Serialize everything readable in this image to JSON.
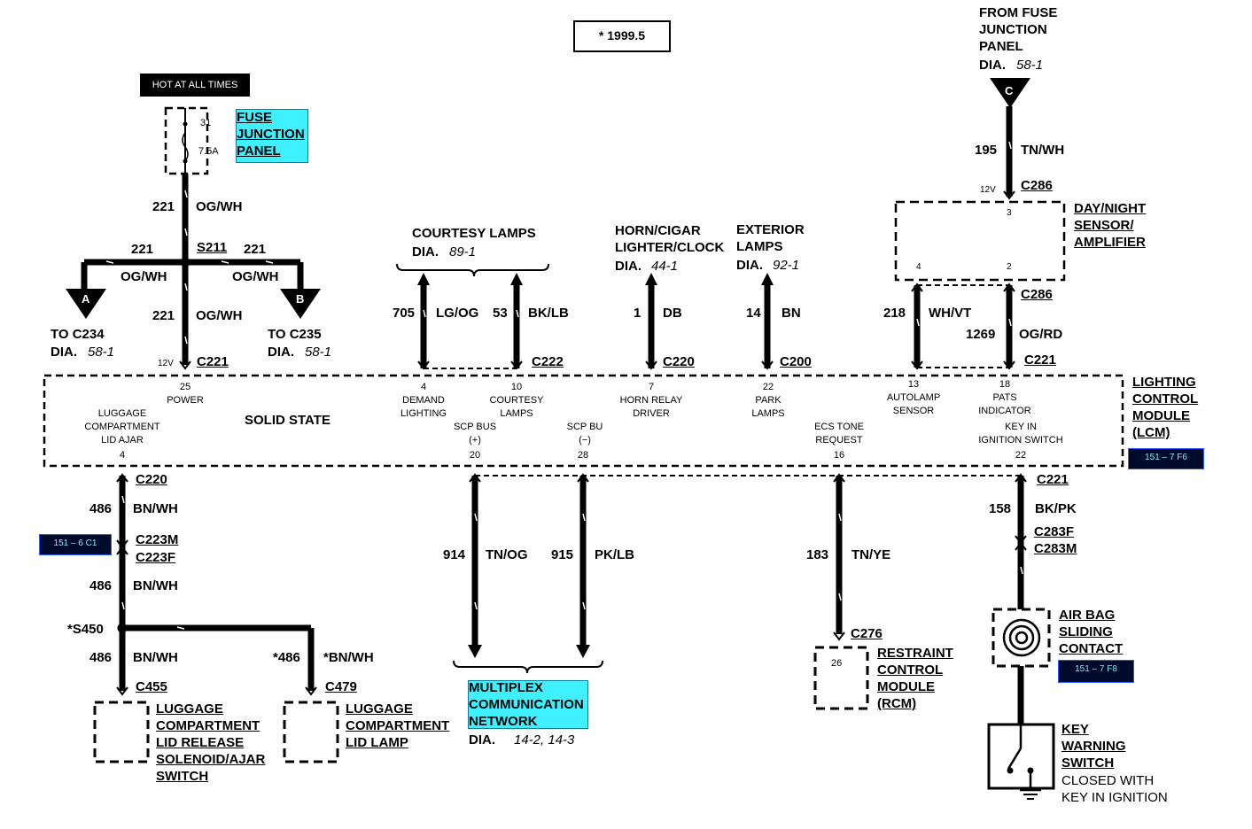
{
  "revision": "* 1999.5",
  "hot_label": "HOT AT ALL TIMES",
  "fuse": {
    "title": "FUSE\nJUNCTION\nPANEL",
    "number": "31",
    "rating": "7.5A"
  },
  "from_fuse": {
    "text": "FROM FUSE\nJUNCTION\nPANEL",
    "dia_label": "DIA.",
    "dia_ref": "58-1",
    "connector": "C"
  },
  "lcm": {
    "name": "LIGHTING\nCONTROL\nMODULE\n(LCM)",
    "type": "SOLID STATE",
    "ref": "151 – 7 F6",
    "pins_top": [
      {
        "pin": "25",
        "label": "POWER"
      },
      {
        "pin": "4",
        "label": "DEMAND\nLIGHTING"
      },
      {
        "pin": "10",
        "label": "COURTESY\nLAMPS"
      },
      {
        "pin": "7",
        "label": "HORN RELAY\nDRIVER"
      },
      {
        "pin": "22",
        "label": "PARK\nLAMPS"
      },
      {
        "pin": "13",
        "label": "AUTOLAMP\nSENSOR"
      },
      {
        "pin": "18",
        "label": "PATS\nINDICATOR"
      }
    ],
    "pins_bottom": [
      {
        "pin": "4",
        "label": "LUGGAGE\nCOMPARTMENT\nLID AJAR"
      },
      {
        "pin": "20",
        "label": "SCP BUS\n(+)"
      },
      {
        "pin": "28",
        "label": "SCP BU\n(−)"
      },
      {
        "pin": "16",
        "label": "ECS  TONE\nREQUEST"
      },
      {
        "pin": "22",
        "label": "KEY IN\nIGNITION  SWITCH"
      }
    ]
  },
  "wires": {
    "w221_top": {
      "circuit": "221",
      "color": "OG/WH"
    },
    "w221_left": {
      "circuit": "221",
      "color": "OG/WH"
    },
    "w221_right": {
      "circuit": "221",
      "color": "OG/WH"
    },
    "w221_lower": {
      "circuit": "221",
      "color": "OG/WH"
    },
    "w705": {
      "circuit": "705",
      "color": "LG/OG"
    },
    "w53": {
      "circuit": "53",
      "color": "BK/LB"
    },
    "w1": {
      "circuit": "1",
      "color": "DB"
    },
    "w14": {
      "circuit": "14",
      "color": "BN"
    },
    "w195": {
      "circuit": "195",
      "color": "TN/WH"
    },
    "w218": {
      "circuit": "218",
      "color": "WH/VT"
    },
    "w1269": {
      "circuit": "1269",
      "color": "OG/RD"
    },
    "w486a": {
      "circuit": "486",
      "color": "BN/WH"
    },
    "w486b": {
      "circuit": "486",
      "color": "BN/WH"
    },
    "w486c": {
      "circuit": "486",
      "color": "BN/WH"
    },
    "w486d": {
      "circuit": "*486",
      "color": "*BN/WH"
    },
    "w914": {
      "circuit": "914",
      "color": "TN/OG"
    },
    "w915": {
      "circuit": "915",
      "color": "PK/LB"
    },
    "w183": {
      "circuit": "183",
      "color": "TN/YE"
    },
    "w158": {
      "circuit": "158",
      "color": "BK/PK"
    }
  },
  "splices": {
    "s211": "S211",
    "s450": "*S450"
  },
  "connectors": {
    "c221_power": "C221",
    "c222": "C222",
    "c220_top": "C220",
    "c200": "C200",
    "c221_right": "C221",
    "c286_top": "C286",
    "c286_bottom": "C286",
    "c220_bottom": "C220",
    "c223m": "C223M",
    "c223f": "C223F",
    "c455": "C455",
    "c479": "C479",
    "c276": "C276",
    "c221_bottom": "C221",
    "c283f": "C283F",
    "c283m": "C283M"
  },
  "volts": {
    "v1": "12V",
    "v2": "12V"
  },
  "to_c234": {
    "text": "TO C234",
    "dia_label": "DIA.",
    "dia_ref": "58-1",
    "connector": "A"
  },
  "to_c235": {
    "text": "TO C235",
    "dia_label": "DIA.",
    "dia_ref": "58-1",
    "connector": "B"
  },
  "courtesy_lamps": {
    "text": "COURTESY LAMPS",
    "dia_label": "DIA.",
    "dia_ref": "89-1"
  },
  "horn_cigar": {
    "text": "HORN/CIGAR\nLIGHTER/CLOCK",
    "dia_label": "DIA.",
    "dia_ref": "44-1"
  },
  "exterior_lamps": {
    "text": "EXTERIOR\nLAMPS",
    "dia_label": "DIA.",
    "dia_ref": "92-1"
  },
  "day_night": {
    "name": "DAY/NIGHT\nSENSOR/\nAMPLIFIER",
    "pin3": "3",
    "pin4": "4",
    "pin2": "2"
  },
  "ref_151_6_c1": "151 – 6 C1",
  "ref_151_7_f8": "151 – 7 F8",
  "luggage_release": "LUGGAGE\nCOMPARTMENT\nLID RELEASE\nSOLENOID/AJAR\nSWITCH",
  "luggage_lamp": "LUGGAGE\nCOMPARTMENT\nLID LAMP",
  "multiplex": {
    "name": "MULTIPLEX\nCOMMUNICATION\nNETWORK",
    "dia_label": "DIA.",
    "dia_ref": "14-2, 14-3"
  },
  "rcm": {
    "name": "RESTRAINT\nCONTROL\nMODULE\n(RCM)",
    "pin": "26"
  },
  "airbag": "AIR BAG\nSLIDING\nCONTACT",
  "key_warning": {
    "name": "KEY\nWARNING\nSWITCH",
    "note": "CLOSED WITH\nKEY IN IGNITION"
  }
}
